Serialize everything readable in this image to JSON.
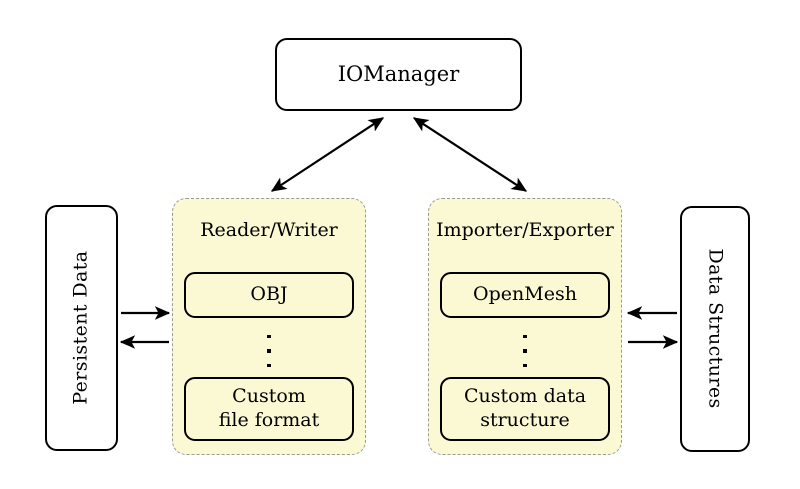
{
  "diagram": {
    "title_node": {
      "label": "IOManager"
    },
    "left_store": {
      "label": "Persistent Data"
    },
    "right_store": {
      "label": "Data Structures"
    },
    "groups": [
      {
        "id": "reader-writer",
        "title": "Reader/Writer",
        "items": [
          {
            "label": "OBJ"
          },
          {
            "label": "Custom\nfile format"
          }
        ],
        "ellipsis": "⋮"
      },
      {
        "id": "importer-exporter",
        "title": "Importer/Exporter",
        "items": [
          {
            "label": "OpenMesh"
          },
          {
            "label": "Custom data\nstructure"
          }
        ],
        "ellipsis": "⋮"
      }
    ],
    "items_flat": {
      "obj": "OBJ",
      "custom_file_format_line1": "Custom",
      "custom_file_format_line2": "file format",
      "openmesh": "OpenMesh",
      "custom_data_structure_line1": "Custom data",
      "custom_data_structure_line2": "structure"
    },
    "colors": {
      "group_fill": "#fbf8d4",
      "group_border": "#9a9a9a",
      "node_border": "#000000",
      "node_fill": "#ffffff",
      "arrow": "#000000",
      "background": "#ffffff"
    },
    "connections": [
      {
        "from": "IOManager",
        "to": "Reader/Writer",
        "style": "double-headed"
      },
      {
        "from": "IOManager",
        "to": "Importer/Exporter",
        "style": "double-headed"
      },
      {
        "from": "Persistent Data",
        "to": "Reader/Writer",
        "style": "single-headed"
      },
      {
        "from": "Reader/Writer",
        "to": "Persistent Data",
        "style": "single-headed"
      },
      {
        "from": "Data Structures",
        "to": "Importer/Exporter",
        "style": "single-headed"
      },
      {
        "from": "Importer/Exporter",
        "to": "Data Structures",
        "style": "single-headed"
      }
    ]
  }
}
